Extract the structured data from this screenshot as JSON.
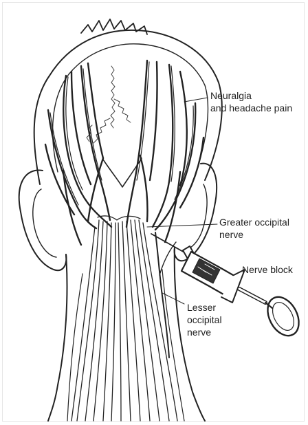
{
  "labels": {
    "neuralgia": "Neuralgia\nand headache pain",
    "greater_occipital": "Greater occipital\nnerve",
    "nerve_block": "Nerve block",
    "lesser_occipital": "Lesser\noccipital\nnerve"
  },
  "colors": {
    "ink": "#222222",
    "paper": "#ffffff"
  }
}
